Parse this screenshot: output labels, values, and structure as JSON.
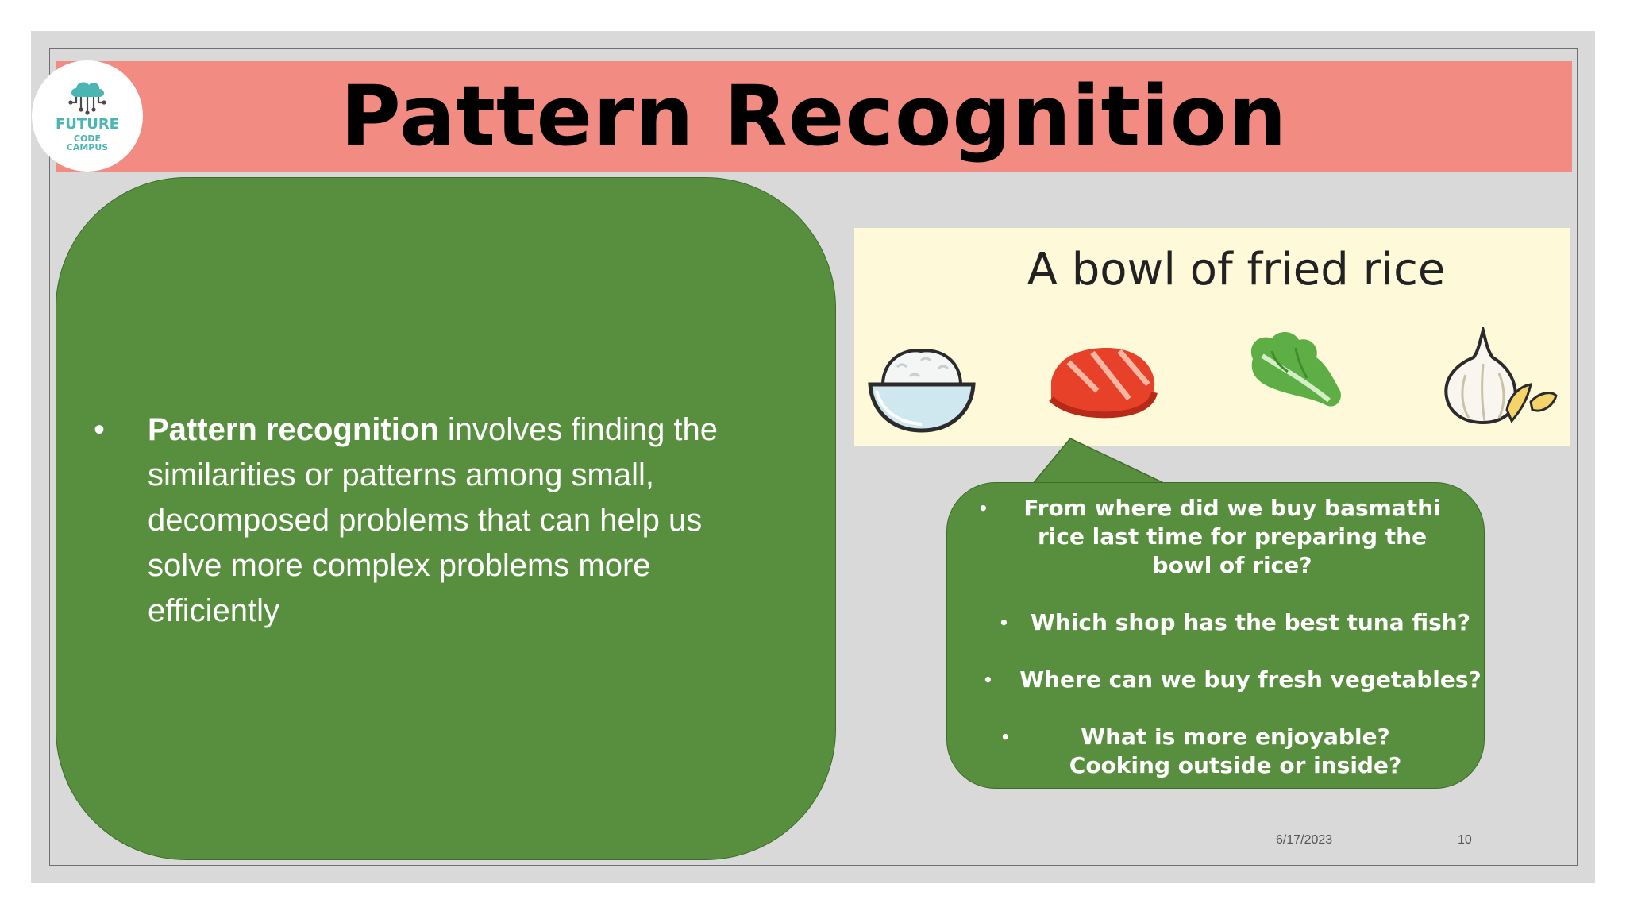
{
  "slide": {
    "title": "Pattern Recognition",
    "logo": {
      "line1": "FUTURE",
      "line2": "CODE",
      "line3": "CAMPUS",
      "icon": "cloud-circuit-icon"
    },
    "main_text": {
      "bullet": "•",
      "bold_lead": "Pattern recognition",
      "rest": " involves finding the similarities or patterns among small, decomposed problems that can help us solve more complex problems more efficiently"
    },
    "picture": {
      "caption": "A bowl of fried rice",
      "icons": [
        "rice-bowl-icon",
        "tuna-fish-icon",
        "lettuce-icon",
        "garlic-icon"
      ]
    },
    "callout": {
      "bullet": "•",
      "questions": [
        "From where did we buy basmathi rice last time for preparing the bowl of rice?",
        "Which shop has the best tuna fish?",
        "Where can we buy fresh vegetables?",
        "What is more enjoyable? Cooking outside or inside?"
      ]
    },
    "footer": {
      "date": "6/17/2023",
      "page": "10"
    }
  },
  "colors": {
    "title_bar": "#f28b82",
    "box_green": "#588f3e",
    "picture_bg": "#fdf9d9",
    "slide_bg": "#d9d9d9",
    "logo_teal": "#4ab5b2"
  }
}
